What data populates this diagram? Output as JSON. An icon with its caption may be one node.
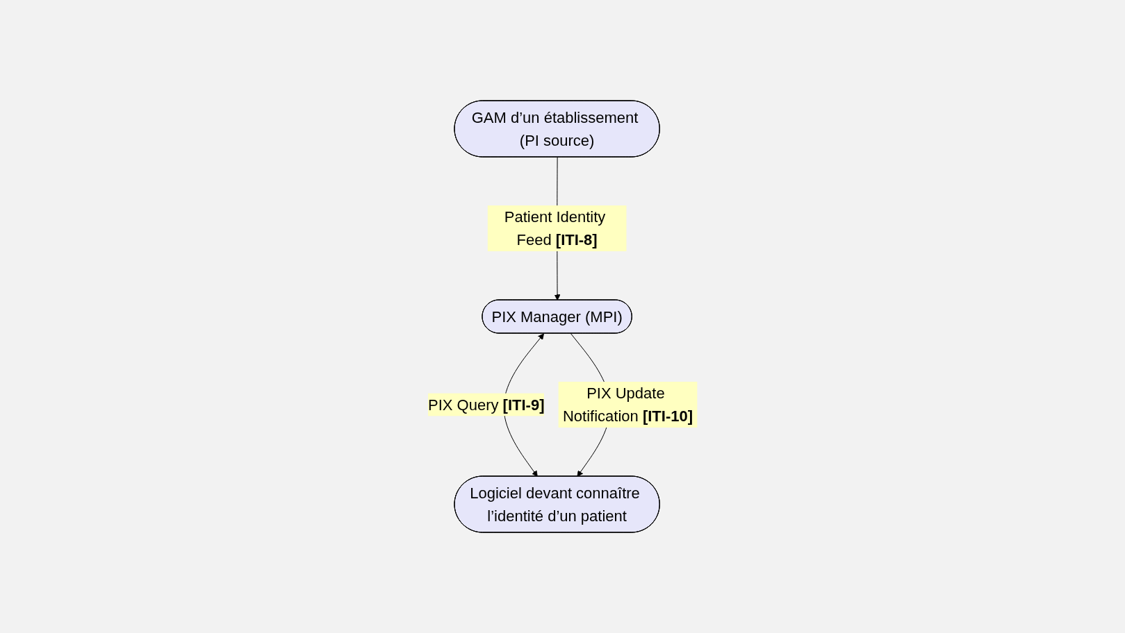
{
  "diagram": {
    "nodes": [
      {
        "text": [
          "PIX Manager (MPI)"
        ]
      },
      {
        "text": [
          "Logiciel devant connaître l’identité d’un patient"
        ]
      },
      {
        "text": [
          "GAM d’un établissement (PI source)"
        ]
      }
    ],
    "edges": [
      {
        "from": 2,
        "to": 0,
        "arrow": "to",
        "label": "Patient Identity Feed **[ITI-8]**"
      },
      {
        "from": 0,
        "to": 1,
        "arrow": "both",
        "label": "PIX Query **[ITI-9]**"
      },
      {
        "from": 0,
        "to": 1,
        "arrow": "to",
        "label": "PIX Update Notification **[ITI-10]**"
      }
    ]
  }
}
